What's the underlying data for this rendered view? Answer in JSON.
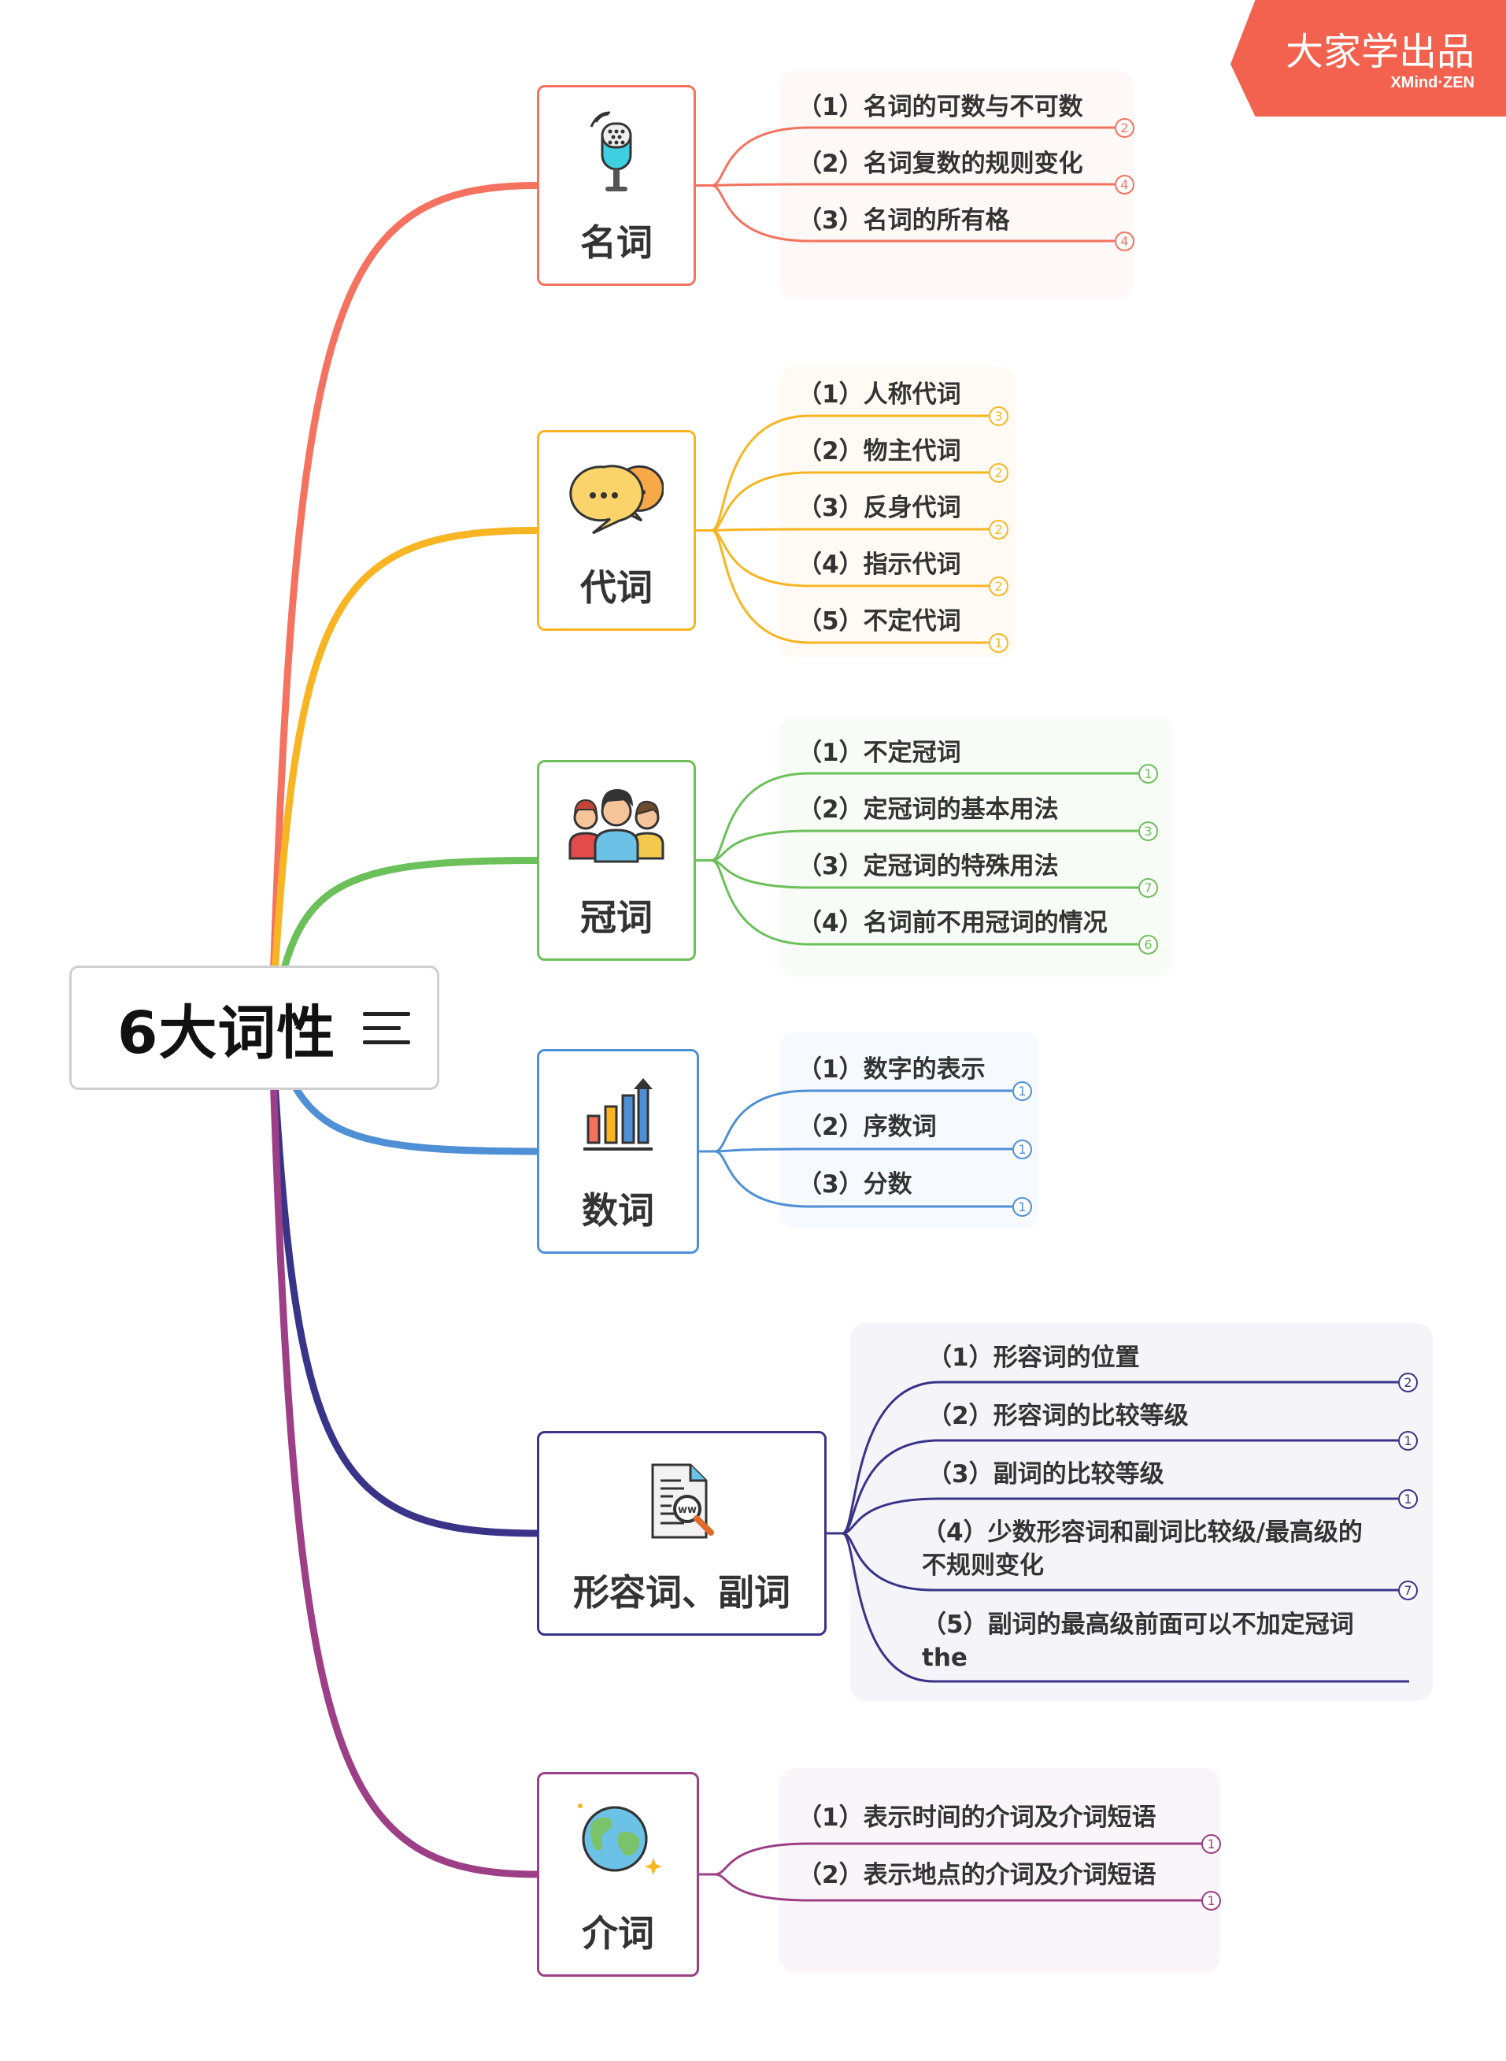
{
  "brand": {
    "title": "大家学出品",
    "subtitle": "XMind·ZEN"
  },
  "root": {
    "title": "6大词性",
    "icon": "notes-lines-icon"
  },
  "branches": [
    {
      "title": "名词",
      "color": "#f4725f",
      "icon": "microphone-icon",
      "children": [
        {
          "label": "（1）名词的可数与不可数",
          "count": "2"
        },
        {
          "label": "（2）名词复数的规则变化",
          "count": "4"
        },
        {
          "label": "（3）名词的所有格",
          "count": "4"
        }
      ]
    },
    {
      "title": "代词",
      "color": "#f7b523",
      "icon": "speech-bubbles-icon",
      "children": [
        {
          "label": "（1）人称代词",
          "count": "3"
        },
        {
          "label": "（2）物主代词",
          "count": "2"
        },
        {
          "label": "（3）反身代词",
          "count": "2"
        },
        {
          "label": "（4）指示代词",
          "count": "2"
        },
        {
          "label": "（5）不定代词",
          "count": "1"
        }
      ]
    },
    {
      "title": "冠词",
      "color": "#6cc05a",
      "icon": "people-group-icon",
      "children": [
        {
          "label": "（1）不定冠词",
          "count": "1"
        },
        {
          "label": "（2）定冠词的基本用法",
          "count": "3"
        },
        {
          "label": "（3）定冠词的特殊用法",
          "count": "7"
        },
        {
          "label": "（4）名词前不用冠词的情况",
          "count": "6"
        }
      ]
    },
    {
      "title": "数词",
      "color": "#4f8fd6",
      "icon": "bar-chart-icon",
      "children": [
        {
          "label": "（1）数字的表示",
          "count": "1"
        },
        {
          "label": "（2）序数词",
          "count": "1"
        },
        {
          "label": "（3）分数",
          "count": "1"
        }
      ]
    },
    {
      "title": "形容词、副词",
      "color": "#3a3489",
      "icon": "document-search-icon",
      "children": [
        {
          "label": "（1）形容词的位置",
          "count": "2"
        },
        {
          "label": "（2）形容词的比较等级",
          "count": "1"
        },
        {
          "label": "（3）副词的比较等级",
          "count": "1"
        },
        {
          "label": "（4）少数形容词和副词比较级/最高级的不规则变化",
          "count": "7"
        },
        {
          "label": "（5）副词的最高级前面可以不加定冠词the",
          "count": ""
        }
      ]
    },
    {
      "title": "介词",
      "color": "#9c3f86",
      "icon": "globe-icon",
      "children": [
        {
          "label": "（1）表示时间的介词及介词短语",
          "count": "1"
        },
        {
          "label": "（2）表示地点的介词及介词短语",
          "count": "1"
        }
      ]
    }
  ]
}
